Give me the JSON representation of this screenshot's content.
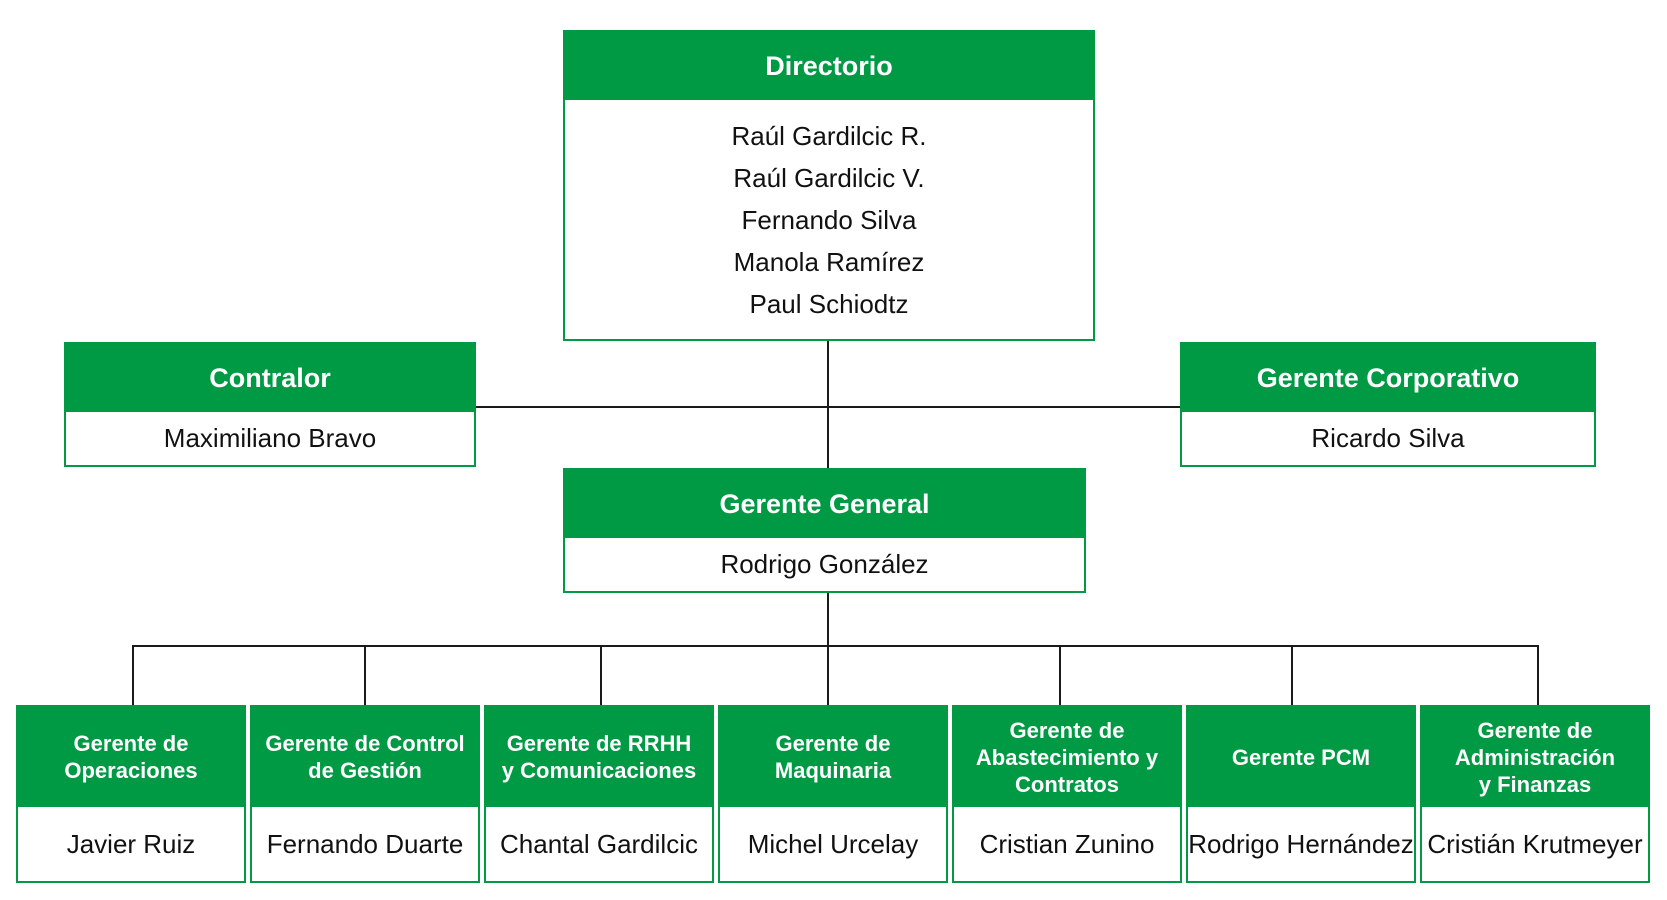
{
  "colors": {
    "accent": "#009a44",
    "line": "#1a1a1a",
    "text": "#111111"
  },
  "directorio": {
    "title": "Directorio",
    "members": [
      "Raúl Gardilcic R.",
      "Raúl Gardilcic V.",
      "Fernando Silva",
      "Manola Ramírez",
      "Paul Schiodtz"
    ]
  },
  "contralor": {
    "title": "Contralor",
    "name": "Maximiliano Bravo"
  },
  "gerente_corporativo": {
    "title": "Gerente Corporativo",
    "name": "Ricardo Silva"
  },
  "gerente_general": {
    "title": "Gerente General",
    "name": "Rodrigo González"
  },
  "managers": [
    {
      "title": "Gerente de\nOperaciones",
      "name": "Javier Ruiz"
    },
    {
      "title": "Gerente de Control\nde Gestión",
      "name": "Fernando Duarte"
    },
    {
      "title": "Gerente de RRHH\ny Comunicaciones",
      "name": "Chantal Gardilcic"
    },
    {
      "title": "Gerente de\nMaquinaria",
      "name": "Michel Urcelay"
    },
    {
      "title": "Gerente de\nAbastecimiento y\nContratos",
      "name": "Cristian Zunino"
    },
    {
      "title": "Gerente PCM",
      "name": "Rodrigo Hernández"
    },
    {
      "title": "Gerente de\nAdministración\ny Finanzas",
      "name": "Cristián Krutmeyer"
    }
  ]
}
